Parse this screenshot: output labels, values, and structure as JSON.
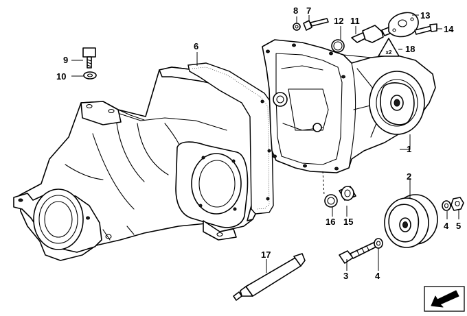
{
  "callouts": {
    "c1": "1",
    "c2": "2",
    "c3": "3",
    "c4a": "4",
    "c4b": "4",
    "c5": "5",
    "c6": "6",
    "c7": "7",
    "c8": "8",
    "c9": "9",
    "c10": "10",
    "c11": "11",
    "c12": "12",
    "c13": "13",
    "c14": "14",
    "c15": "15",
    "c16": "16",
    "c17": "17",
    "c18": "18"
  },
  "warning_label": {
    "text": "x2"
  },
  "icons": {
    "nav": "view-direction-arrow-icon",
    "warning": "warning-triangle-icon"
  },
  "colors": {
    "line": "#000000",
    "background": "#ffffff"
  }
}
